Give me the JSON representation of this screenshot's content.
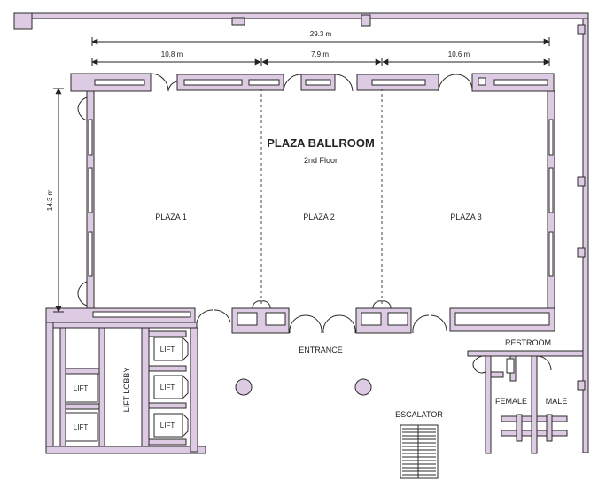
{
  "plan": {
    "title": "PLAZA BALLROOM",
    "subtitle": "2nd Floor",
    "dimensions": {
      "total_width": "29.3 m",
      "section_1": "10.8 m",
      "section_2": "7.9 m",
      "section_3": "10.6 m",
      "depth": "14.3 m"
    },
    "rooms": {
      "plaza_1": "PLAZA 1",
      "plaza_2": "PLAZA 2",
      "plaza_3": "PLAZA 3",
      "entrance": "ENTRANCE",
      "restroom": "RESTROOM",
      "female": "FEMALE",
      "male": "MALE",
      "escalator": "ESCALATOR",
      "lift_lobby": "LIFT LOBBY",
      "lift": "LIFT"
    },
    "colors": {
      "wall_fill": "#dccbe3",
      "line": "#2a2a2a"
    }
  }
}
